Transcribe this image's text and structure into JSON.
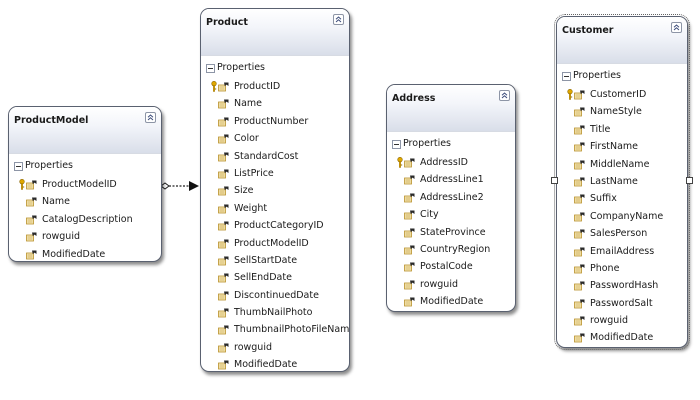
{
  "section_label": "Properties",
  "entities": {
    "productmodel": {
      "title": "ProductModel",
      "properties": [
        "ProductModelID",
        "Name",
        "CatalogDescription",
        "rowguid",
        "ModifiedDate"
      ],
      "key": "ProductModelID"
    },
    "product": {
      "title": "Product",
      "properties": [
        "ProductID",
        "Name",
        "ProductNumber",
        "Color",
        "StandardCost",
        "ListPrice",
        "Size",
        "Weight",
        "ProductCategoryID",
        "ProductModelID",
        "SellStartDate",
        "SellEndDate",
        "DiscontinuedDate",
        "ThumbNailPhoto",
        "ThumbnailPhotoFileName",
        "rowguid",
        "ModifiedDate"
      ],
      "key": "ProductID"
    },
    "address": {
      "title": "Address",
      "properties": [
        "AddressID",
        "AddressLine1",
        "AddressLine2",
        "City",
        "StateProvince",
        "CountryRegion",
        "PostalCode",
        "rowguid",
        "ModifiedDate"
      ],
      "key": "AddressID"
    },
    "customer": {
      "title": "Customer",
      "properties": [
        "CustomerID",
        "NameStyle",
        "Title",
        "FirstName",
        "MiddleName",
        "LastName",
        "Suffix",
        "CompanyName",
        "SalesPerson",
        "EmailAddress",
        "Phone",
        "PasswordHash",
        "PasswordSalt",
        "rowguid",
        "ModifiedDate"
      ],
      "key": "CustomerID",
      "selected": true
    }
  },
  "relationships": [
    {
      "from": "productmodel",
      "to": "product",
      "style": "dashed"
    }
  ],
  "colors": {
    "border": "#5a6170",
    "header_end": "#d9dee9",
    "key": "#e0a800",
    "property_icon": "#c08f1e"
  },
  "icons": {
    "collapse": "double-chevron-up-icon",
    "section_toggle": "minus-box-icon",
    "key": "key-icon",
    "property": "property-icon"
  }
}
